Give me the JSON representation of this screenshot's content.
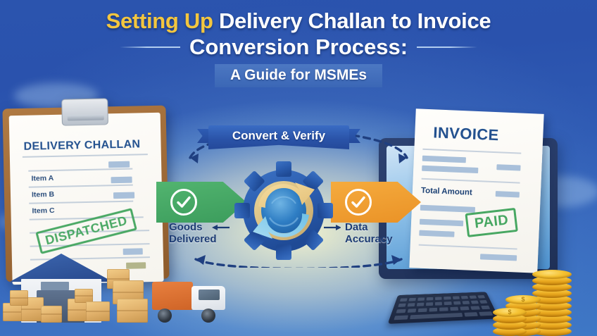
{
  "title": {
    "line1_highlight": "Setting Up",
    "line1_rest": "Delivery Challan to Invoice",
    "line2": "Conversion Process:",
    "subtitle": "A Guide for MSMEs"
  },
  "colors": {
    "background_blue": "#2b54ae",
    "title_highlight": "#f3c63f",
    "title_white": "#ffffff",
    "arrow_green": "#52b46f",
    "arrow_orange": "#f5ab3e",
    "stamp_green": "#3da35a",
    "doc_heading_blue": "#23518f",
    "gear_blue": "#2a5fae"
  },
  "left_document": {
    "heading": "DELIVERY CHALLAN",
    "items": [
      "Item A",
      "Item B",
      "Item C"
    ],
    "stamp": "DISPATCHED"
  },
  "center": {
    "ribbon_label": "Convert & Verify",
    "left_arrow_label_line1": "Goods",
    "left_arrow_label_line2": "Delivered",
    "right_arrow_label_line1": "Data",
    "right_arrow_label_line2": "Accuracy",
    "left_check_icon": "check-circle-icon",
    "right_check_icon": "check-circle-icon",
    "gear_icon": "gear-refresh-icon"
  },
  "right_document": {
    "heading": "INVOICE",
    "total_label": "Total Amount",
    "stamp": "PAID"
  },
  "scene": {
    "warehouse_icon": "warehouse-icon",
    "truck_icon": "delivery-truck-icon",
    "boxes_icon": "cardboard-boxes-icon",
    "monitor_icon": "desktop-monitor-icon",
    "keyboard_icon": "keyboard-icon",
    "coins_icon": "coin-stack-icon",
    "coin_symbol": "$"
  }
}
